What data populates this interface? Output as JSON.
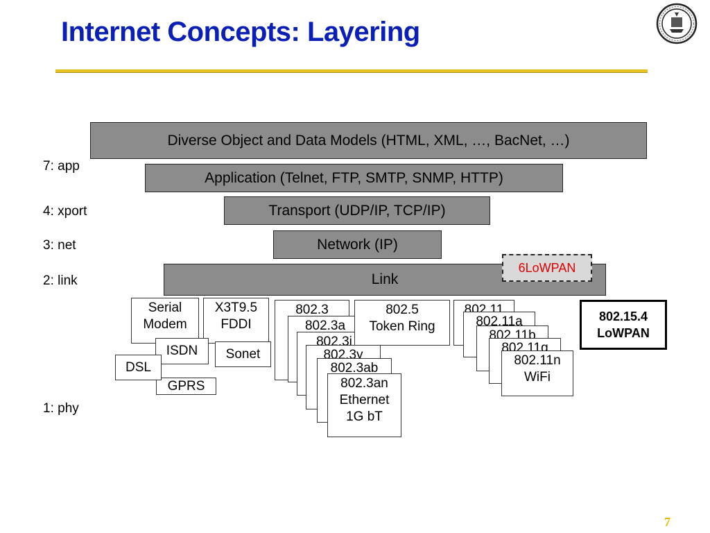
{
  "title": "Internet Concepts: Layering",
  "page_number": "7",
  "layer_labels": [
    "7: app",
    "4: xport",
    "3: net",
    "2: link",
    "1: phy"
  ],
  "bands": {
    "models": "Diverse Object and Data Models (HTML, XML, …, BacNet, …)",
    "application": "Application (Telnet, FTP, SMTP, SNMP, HTTP)",
    "transport": "Transport (UDP/IP, TCP/IP)",
    "network": "Network (IP)",
    "link": "Link"
  },
  "sixlowpan": "6LoWPAN",
  "phy": {
    "serial_modem": "Serial\nModem",
    "x3t9": "X3T9.5\nFDDI",
    "isdn": "ISDN",
    "sonet": "Sonet",
    "dsl": "DSL",
    "gprs": "GPRS",
    "token_ring": "802.5\nToken Ring",
    "ethernet": [
      "802.3\nEthernet",
      "802.3a\nEthernet",
      "802.3i\nEthernet",
      "802.3y\nEthernet",
      "802.3ab\nEthernet",
      "802.3an\nEthernet\n1G bT"
    ],
    "wifi": [
      "802.11\nWiFi",
      "802.11a\nWiFi",
      "802.11b\nWiFi",
      "802.11g\nWiFi",
      "802.11n\nWiFi"
    ],
    "lowpan": "802.15.4\nLoWPAN"
  },
  "colors": {
    "title": "#0a1fb5",
    "rule": "#e8c020",
    "band": "#8c8c8c",
    "sixlowpan_text": "#e00000",
    "page_number": "#e8b800"
  }
}
